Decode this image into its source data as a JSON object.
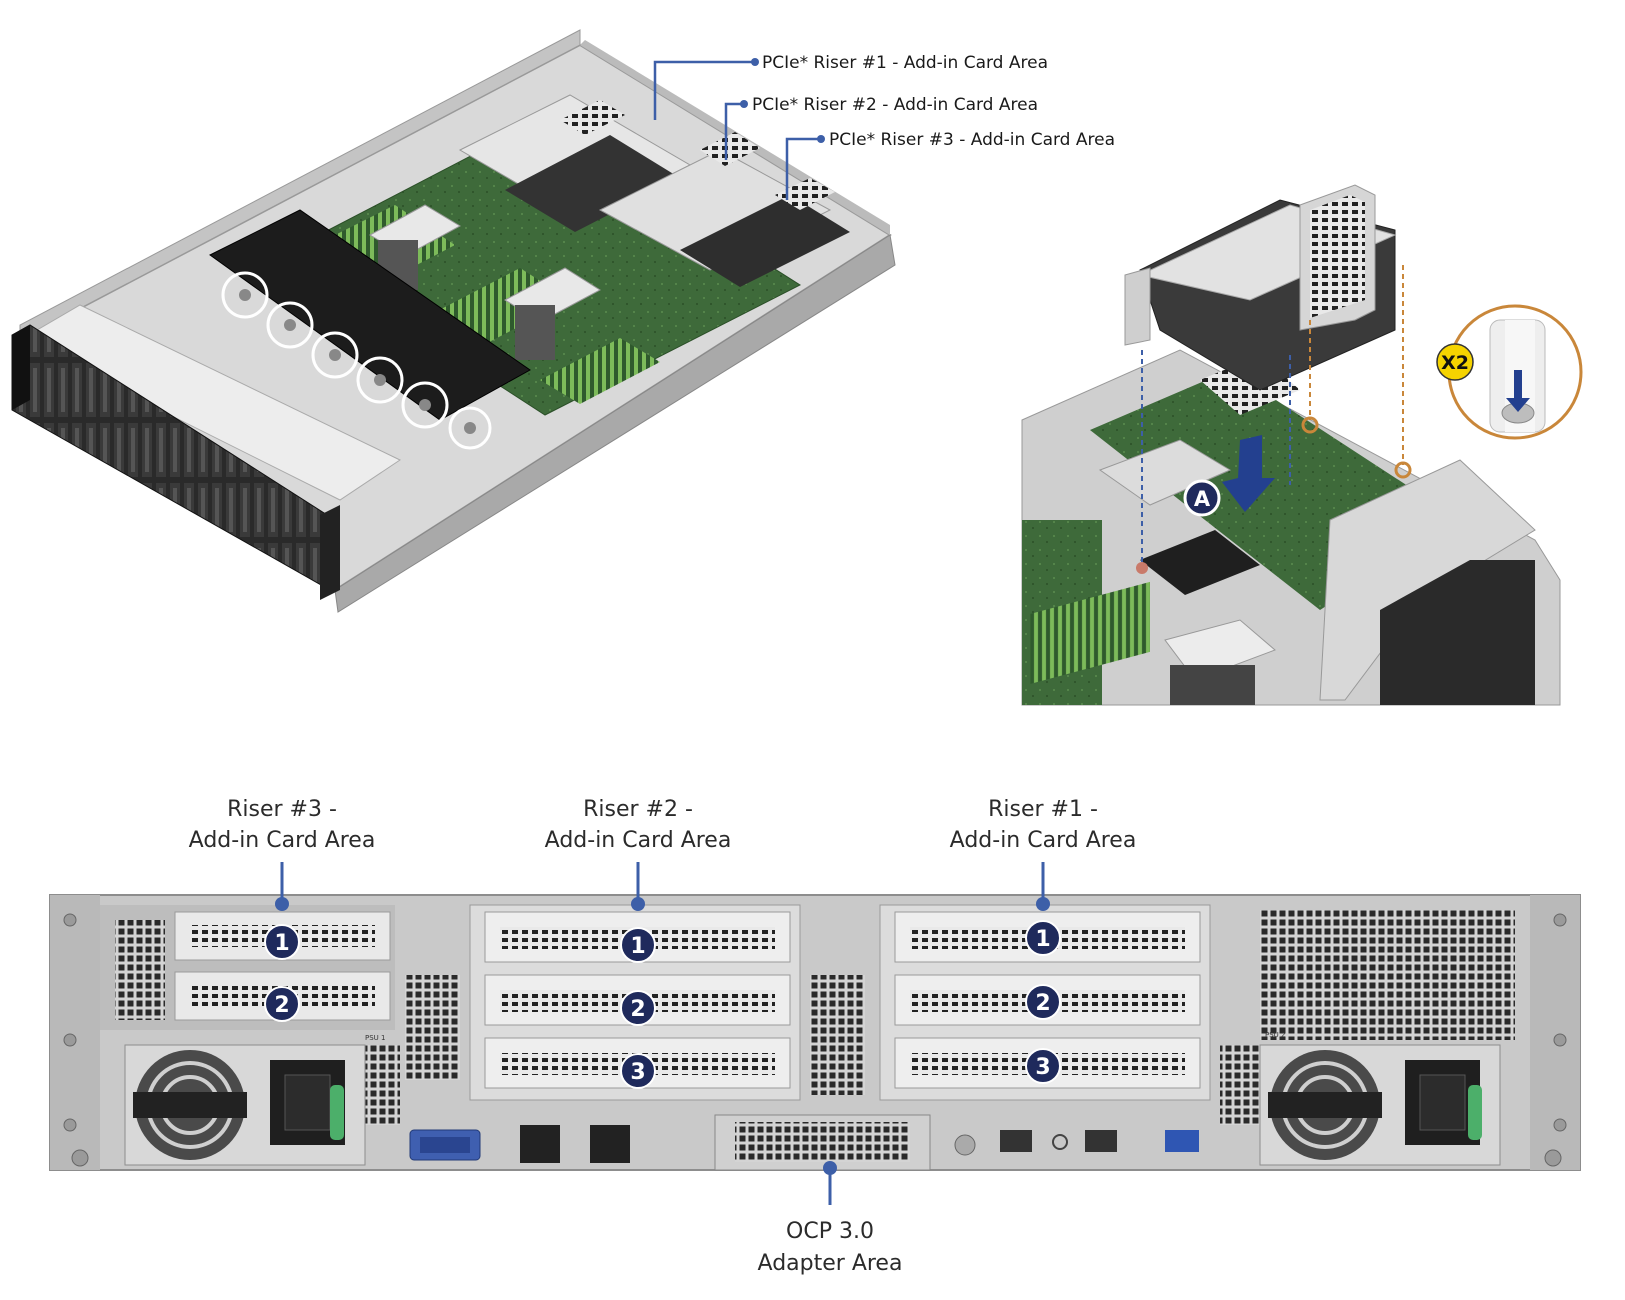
{
  "callouts": {
    "riser1": "PCIe* Riser #1 - Add-in Card Area",
    "riser2": "PCIe* Riser #2 - Add-in Card Area",
    "riser3": "PCIe* Riser #3 - Add-in Card Area"
  },
  "install": {
    "step_a": "A",
    "qty": "X2"
  },
  "rear": {
    "riser3": {
      "line1": "Riser #3 -",
      "line2": "Add-in Card Area",
      "slots": [
        "1",
        "2"
      ]
    },
    "riser2": {
      "line1": "Riser #2 -",
      "line2": "Add-in Card Area",
      "slots": [
        "1",
        "2",
        "3"
      ]
    },
    "riser1": {
      "line1": "Riser #1 -",
      "line2": "Add-in Card Area",
      "slots": [
        "1",
        "2",
        "3"
      ]
    },
    "ocp": {
      "line1": "OCP 3.0",
      "line2": "Adapter Area"
    },
    "psu1": "PSU 1",
    "psu2": "PSU 2"
  },
  "colors": {
    "callout_blue": "#3d5fa8",
    "badge_navy": "#1f2a5c",
    "guide_orange": "#c9873a",
    "chassis_gray": "#c9c9c9"
  }
}
